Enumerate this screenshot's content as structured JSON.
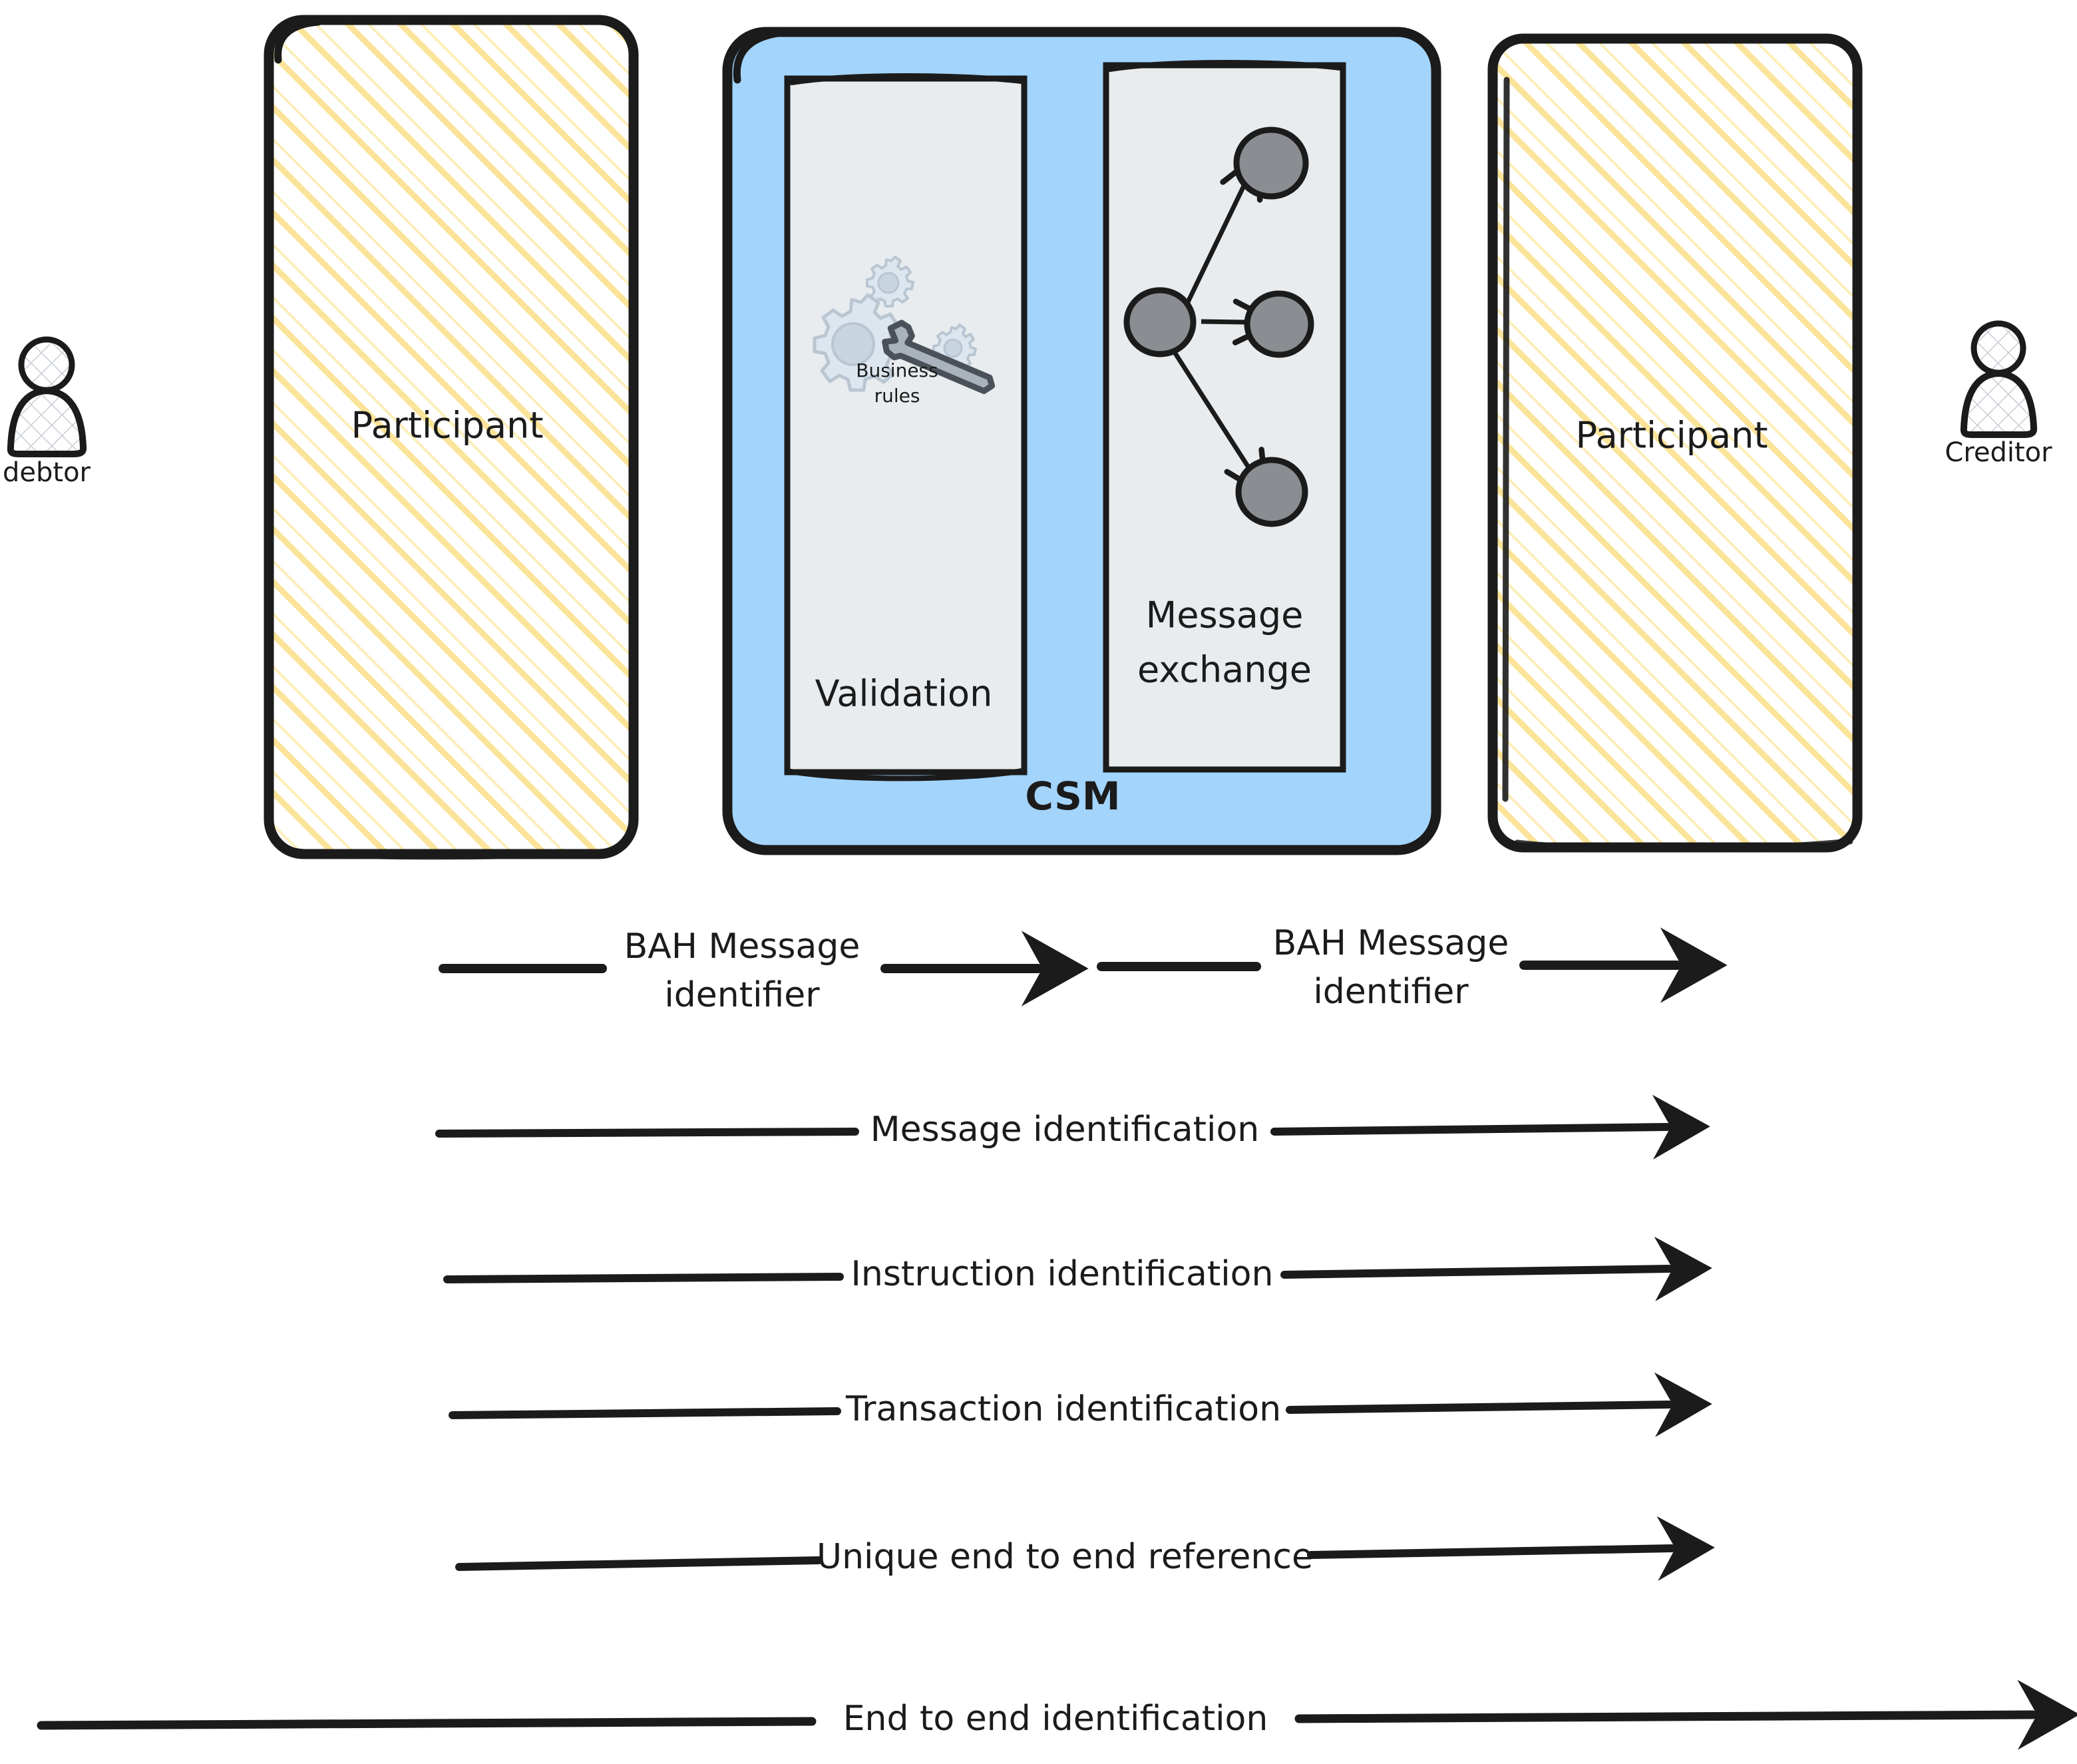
{
  "diagram": {
    "title": "Payment message identifier flow between participants via CSM",
    "colors": {
      "stroke": "#1b1b1b",
      "csm_fill": "#a3d4fc",
      "panel_fill": "#e8ecee",
      "hatch_yellow": "#fbe49a",
      "node_gray": "#8a8d91",
      "gear_fill": "#dde6ee",
      "gear_stroke": "#b9c6d2",
      "wrench_fill": "#aab2bb",
      "actor_hatch": "#c8cdd4"
    }
  },
  "actors": {
    "left": {
      "label": "debtor",
      "icon": "person-icon"
    },
    "right": {
      "label": "Creditor",
      "icon": "person-icon"
    }
  },
  "participants": {
    "left": {
      "label": "Participant"
    },
    "right": {
      "label": "Participant"
    }
  },
  "csm": {
    "label": "CSM",
    "panels": [
      {
        "label": "Validation",
        "icon": "gears-wrench-icon",
        "icon_caption_line1": "Business",
        "icon_caption_line2": "rules"
      },
      {
        "label": "Message exchange",
        "label_line1": "Message",
        "label_line2": "exchange",
        "icon": "node-graph-icon",
        "nodes": 4,
        "edges": 3
      }
    ]
  },
  "flows": [
    {
      "id": "bah-left",
      "label": "BAH Message identifier",
      "label_line1": "BAH Message",
      "label_line2": "identifier",
      "from": "Participant (left)",
      "to": "CSM",
      "two_line": true
    },
    {
      "id": "bah-right",
      "label": "BAH Message identifier",
      "label_line1": "BAH Message",
      "label_line2": "identifier",
      "from": "CSM",
      "to": "Participant (right)",
      "two_line": true
    },
    {
      "id": "message-identification",
      "label": "Message identification",
      "from": "Participant (left)",
      "to": "Participant (right)",
      "two_line": false
    },
    {
      "id": "instruction-identification",
      "label": "Instruction identification",
      "from": "Participant (left)",
      "to": "Participant (right)",
      "two_line": false
    },
    {
      "id": "transaction-identification",
      "label": "Transaction identification",
      "from": "Participant (left)",
      "to": "Participant (right)",
      "two_line": false
    },
    {
      "id": "unique-end-to-end-reference",
      "label": "Unique end to end reference",
      "from": "Participant (left)",
      "to": "Participant (right)",
      "two_line": false
    },
    {
      "id": "end-to-end-identification",
      "label": "End to end identification",
      "from": "debtor",
      "to": "Creditor",
      "two_line": false
    }
  ]
}
